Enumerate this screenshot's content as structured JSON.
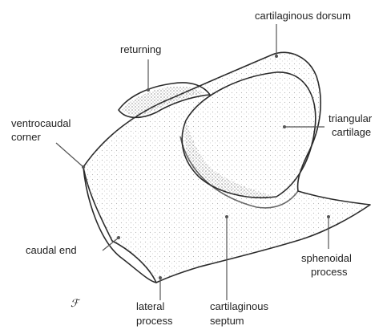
{
  "labels": {
    "cartilaginous_dorsum": "cartilaginous dorsum",
    "returning": "returning",
    "ventrocaudal_corner": [
      "ventrocaudal",
      "corner"
    ],
    "triangular_cartilage": [
      "triangular",
      "cartilage"
    ],
    "caudal_end": "caudal end",
    "sphenoidal_process": [
      "sphenoidal",
      "process"
    ],
    "lateral_process": [
      "lateral",
      "process"
    ],
    "cartilaginous_septum": [
      "cartilaginous",
      "septum"
    ]
  },
  "corner_mark": "ℱ"
}
